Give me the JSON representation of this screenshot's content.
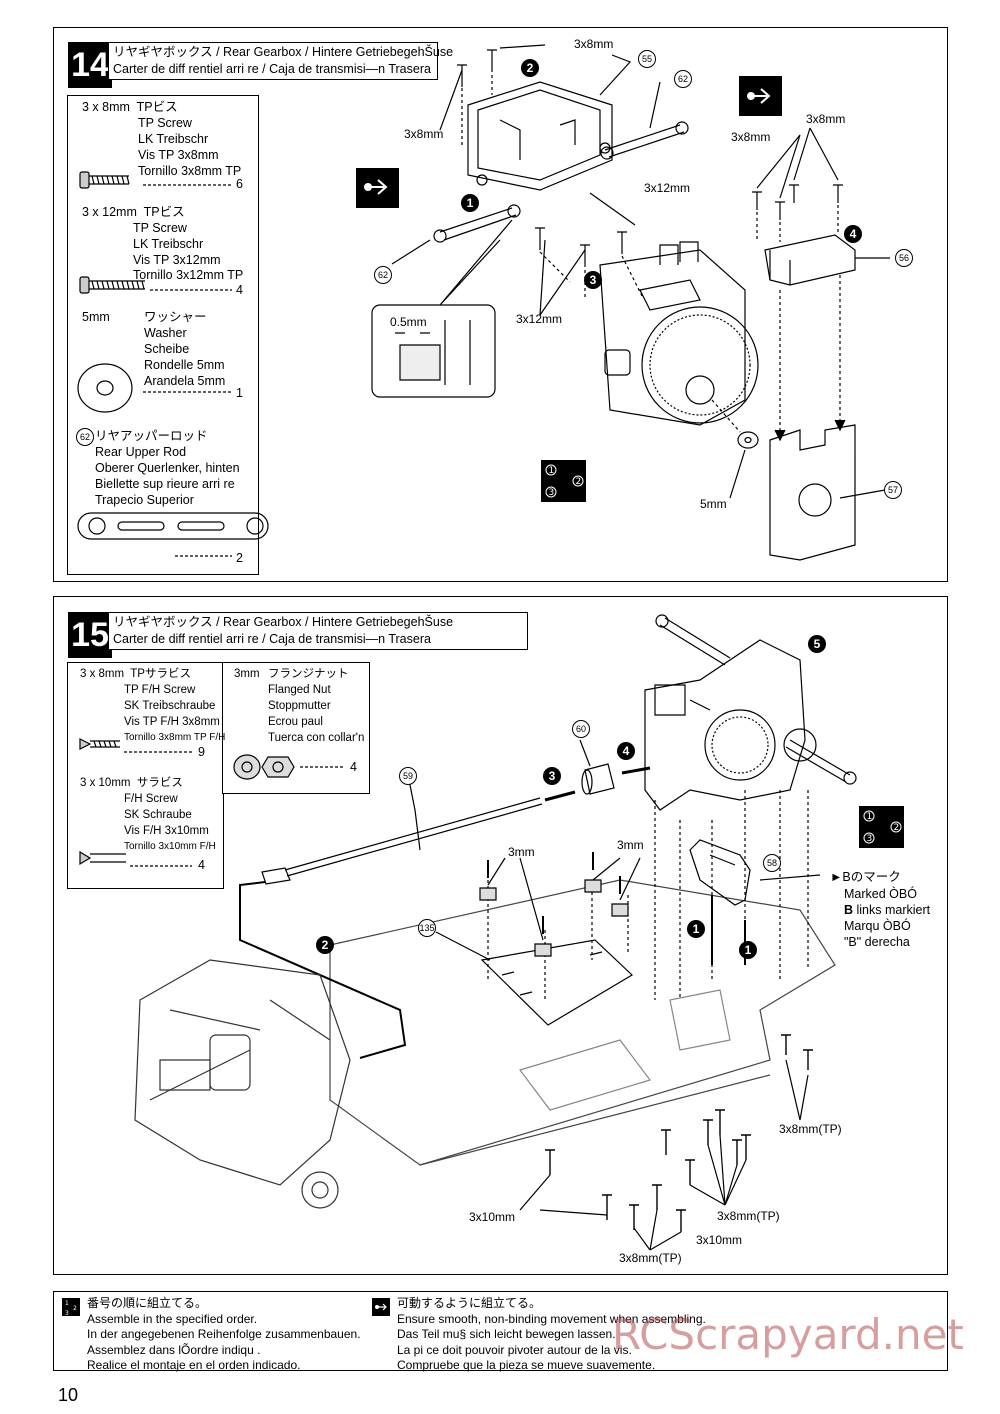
{
  "step14": {
    "number": "14",
    "title_line1": "リヤギヤボックス / Rear Gearbox / Hintere GetriebegehŠuse",
    "title_line2": "Carter de diff rentiel arri re / Caja de transmisi—n Trasera",
    "parts": {
      "screw8": {
        "size": "3 x 8mm",
        "jp": "TPビス",
        "en": "TP Screw",
        "de": "LK Treibschr",
        "fr": "Vis TP 3x8mm",
        "es": "Tornillo 3x8mm TP",
        "qty": "6"
      },
      "screw12": {
        "size": "3 x 12mm",
        "jp": "TPビス",
        "en": "TP Screw",
        "de": "LK Treibschr",
        "fr": "Vis TP 3x12mm",
        "es": "Tornillo 3x12mm TP",
        "qty": "4"
      },
      "washer": {
        "size": "5mm",
        "jp": "ワッシャー",
        "en": "Washer",
        "de": "Scheibe",
        "fr": "Rondelle 5mm",
        "es": "Arandela 5mm",
        "qty": "1"
      },
      "rod": {
        "num": "62",
        "jp": "リヤアッパーロッド",
        "en": "Rear Upper Rod",
        "de": "Oberer Querlenker, hinten",
        "fr": "Biellette sup rieure arri re",
        "es": "Trapecio Superior",
        "qty": "2"
      }
    },
    "labels": {
      "l_3x8_top": "3x8mm",
      "l_3x8_left": "3x8mm",
      "l_3x8_right1": "3x8mm",
      "l_3x8_right2": "3x8mm",
      "l_3x12_top": "3x12mm",
      "l_3x12_bottom": "3x12mm",
      "l_05": "0.5mm",
      "l_5mm": "5mm",
      "p55": "55",
      "p62a": "62",
      "p62b": "62",
      "p56": "56",
      "p57": "57",
      "s1": "1",
      "s2": "2",
      "s3": "3",
      "s4": "4"
    }
  },
  "step15": {
    "number": "15",
    "title_line1": "リヤギヤボックス / Rear Gearbox / Hintere GetriebegehŠuse",
    "title_line2": "Carter de diff rentiel arri re / Caja de transmisi—n Trasera",
    "parts": {
      "fh8": {
        "size": "3 x 8mm",
        "jp": "TPサラビス",
        "en": "TP F/H Screw",
        "de": "SK Treibschraube",
        "fr": "Vis TP F/H 3x8mm",
        "es": "Tornillo 3x8mm TP F/H",
        "qty": "9"
      },
      "fh10": {
        "size": "3 x 10mm",
        "jp": "サラビス",
        "en": "F/H Screw",
        "de": "SK Schraube",
        "fr": "Vis F/H 3x10mm",
        "es": "Tornillo 3x10mm F/H",
        "qty": "4"
      },
      "nut": {
        "size": "3mm",
        "jp": "フランジナット",
        "en": "Flanged Nut",
        "de": "Stoppmutter",
        "fr": "Ecrou paul",
        "es": "Tuerca con collar'n",
        "qty": "4"
      }
    },
    "labels": {
      "p60": "60",
      "p59": "59",
      "p58": "58",
      "p135": "135",
      "l_3mm_a": "3mm",
      "l_3mm_b": "3mm",
      "b_jp": "Bのマーク",
      "b_en": "Marked ÒBÓ",
      "b_de_b": "B",
      "b_de_rest": " links markiert",
      "b_fr": "Marqu ÒBÓ",
      "b_es": "\"B\" derecha",
      "l_3x8tp_right": "3x8mm(TP)",
      "l_3x10_left": "3x10mm",
      "l_3x8tp_mid": "3x8mm(TP)",
      "l_3x10_mid": "3x10mm",
      "l_3x8tp_bottom": "3x8mm(TP)",
      "s1a": "1",
      "s1b": "1",
      "s2": "2",
      "s3": "3",
      "s4": "4",
      "s5": "5"
    }
  },
  "footer": {
    "order": {
      "jp": "番号の順に組立てる。",
      "en": "Assemble in the specified order.",
      "de": "In der angegebenen Reihenfolge zusammenbauen.",
      "fr": "Assemblez dans lÕordre indiqu .",
      "es": "Realice el montaje en el orden indicado."
    },
    "move": {
      "jp": "可動するように組立てる。",
      "en": "Ensure smooth, non-binding movement when assembling.",
      "de": "Das Teil mu§ sich leicht bewegen lassen.",
      "fr": "La pi ce doit pouvoir pivoter autour de la vis.",
      "es": "Compruebe que la pieza se mueve suavemente."
    }
  },
  "page_number": "10",
  "watermark": "RCScrapyard.net",
  "order_icon": {
    "n1": "1",
    "n2": "2",
    "n3": "3"
  }
}
